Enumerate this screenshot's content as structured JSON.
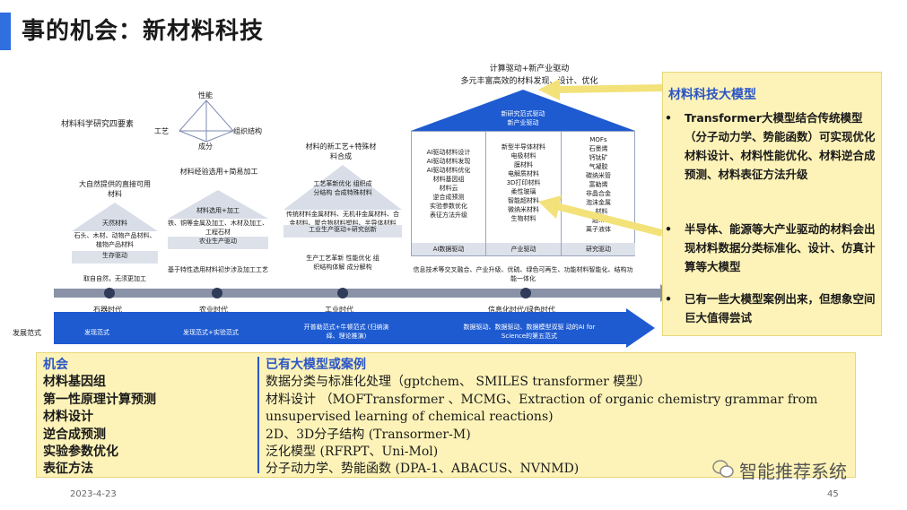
{
  "title": "事的机会：新材料科技",
  "tetrahedron": {
    "label": "材料科学研究四要素",
    "nodes": [
      "性能",
      "工艺",
      "组织结构",
      "成分"
    ]
  },
  "top_heading": {
    "line1": "计算驱动+新产业驱动",
    "line2": "多元丰富高效的材料发现、设计、优化"
  },
  "houses": [
    {
      "caption": "大自然提供的直接可用材料",
      "roof": "天然材料",
      "body": "石头、木材、动物产品材料、植物产品材料",
      "base": "生存驱动",
      "bottom": "取自自然，无须更加工"
    },
    {
      "caption": "材料经验选用+简易加工",
      "roof": "材料选用+加工",
      "body": "铁、铜等金属及加工、木材及加工、工程石材",
      "base": "农业生产驱动",
      "bottom": "基于特性选用材料初步涉及加工工艺"
    },
    {
      "caption": "材料的新工艺+特殊材料合成",
      "roof": "工艺革新优化 组织成分结构 合成特殊材料",
      "body": "传统材料金属材料、无机非金属材料、合金材料、聚合物材料塑料、半导体材料",
      "base": "工业生产驱动+研究创新",
      "bottom": "生产工艺革新 性能优化 组织结构体解 成分解构"
    }
  ],
  "big_house": {
    "roof_line1": "新研究范式驱动",
    "roof_line2": "新产业驱动",
    "columns": [
      {
        "items": [
          "AI驱动材料设计",
          "AI驱动材料发现",
          "AI驱动材料优化",
          "材料基因组",
          "材料云",
          "逆合成预测",
          "实验参数优化",
          "表征方法升级"
        ],
        "footer": "AI数据驱动"
      },
      {
        "items": [
          "新型半导体材料",
          "电极材料",
          "膜材料",
          "电解质材料",
          "3D打印材料",
          "柔性玻璃",
          "智能超材料",
          "微纳米材料",
          "生物材料"
        ],
        "footer": "产业驱动"
      },
      {
        "items": [
          "MOFs",
          "石墨烯",
          "钙钛矿",
          "气凝胶",
          "碳纳米管",
          "富勒烯",
          "非晶合金",
          "泡沫金属",
          "...材料",
          "超...",
          "离子液体"
        ],
        "footer": "研究驱动"
      }
    ],
    "bottom": "信息技术等交叉融合、产业升级、优硫、绿色可再生、功能材料智能化、结构功能一体化"
  },
  "eras": [
    "石器时代",
    "农业时代",
    "工业时代",
    "信息化时代/绿色时代"
  ],
  "paradigm": {
    "label": "发展范式",
    "stages": [
      "发现范式",
      "发现范式+实验范式",
      "开普勒范式+牛顿范式 (归纳演绎、理论推演)",
      "数据驱动、数据驱动、数据模型双驱 动的AI for Science的第五范式"
    ]
  },
  "right_panel": {
    "title": "材料科技大模型",
    "bullets": [
      "Transformer大模型结合传统模型（分子动力学、势能函数）可实现优化材料设计、材料性能优化、材料逆合成预测、材料表征方法升级",
      "半导体、能源等大产业驱动的材料会出现材料数据分类标准化、设计、仿真计算等大模型",
      "已有一些大模型案例出来，但想象空间巨大值得尝试"
    ]
  },
  "bottom_panel": {
    "left_title": "机会",
    "left_items": [
      "材料基因组",
      "第一性原理计算预测",
      "材料设计",
      "逆合成预测",
      "实验参数优化",
      "表征方法"
    ],
    "right_title": "已有大模型或案例",
    "right_items": [
      "数据分类与标准化处理（gptchem、 SMILES transformer 模型）",
      "材料设计 （MOFTransformer 、MCMG、Extraction of organic chemistry grammar from unsupervised learning of chemical reactions)",
      "2D、3D分子结构 (Transormer-M)",
      "泛化模型 (RFRPT、Uni-Mol)",
      "分子动力学、势能函数 (DPA-1、ABACUS、NVNMD)"
    ]
  },
  "footer": {
    "date": "2023-4-23",
    "page": "45",
    "watermark": "智能推荐系统"
  },
  "colors": {
    "accent_blue": "#1e5bd1",
    "panel_yellow": "#fdf3b8",
    "house_grey": "#d8dde7"
  }
}
